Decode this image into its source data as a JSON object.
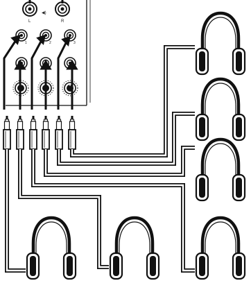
{
  "panel": {
    "master_left_label": "L",
    "master_right_label": "R",
    "volume_symbol": "◀)",
    "channel_labels": [
      "1",
      "2",
      "3"
    ]
  },
  "outputs": {
    "count": 6,
    "icon": "headphones-icon"
  },
  "colors": {
    "line": "#111111",
    "panel": "#ffffff",
    "background": "#ffffff"
  }
}
